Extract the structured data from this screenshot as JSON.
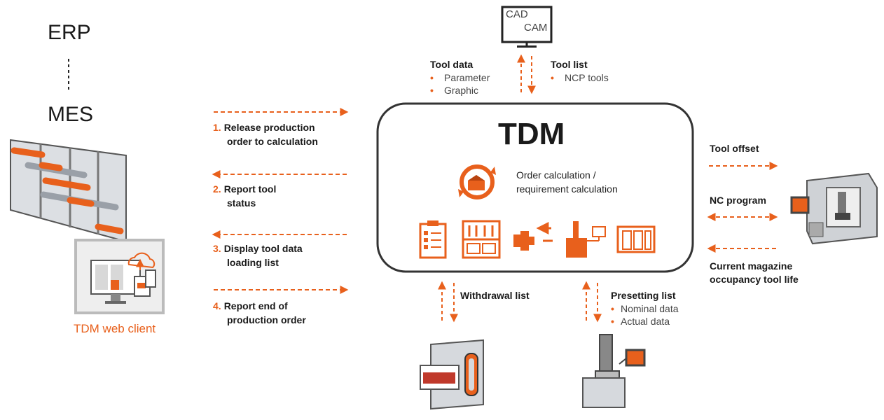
{
  "left": {
    "erp": "ERP",
    "mes": "MES",
    "web_client": "TDM web client"
  },
  "cadcam": {
    "line1": "CAD",
    "line2": "CAM",
    "tool_data": {
      "title": "Tool data",
      "items": [
        "Parameter",
        "Graphic"
      ]
    },
    "tool_list": {
      "title": "Tool list",
      "items": [
        "NCP tools"
      ]
    }
  },
  "tdm": {
    "title": "TDM",
    "calc_line1": "Order calculation /",
    "calc_line2": "requirement calculation"
  },
  "steps": [
    {
      "num": "1.",
      "line1": "Release production",
      "line2": "order to calculation"
    },
    {
      "num": "2.",
      "line1": "Report tool",
      "line2": "status"
    },
    {
      "num": "3.",
      "line1": "Display tool data",
      "line2": "loading list"
    },
    {
      "num": "4.",
      "line1": "Report end of",
      "line2": "production order"
    }
  ],
  "machine": {
    "tool_offset": "Tool offset",
    "nc_program": "NC program",
    "magazine_line1": "Current magazine",
    "magazine_line2": "occupancy tool life"
  },
  "bottom": {
    "withdrawal": "Withdrawal list",
    "presetting": {
      "title": "Presetting list",
      "items": [
        "Nominal data",
        "Actual data"
      ]
    }
  },
  "colors": {
    "accent": "#e8601c",
    "dark": "#333333",
    "gray": "#8a8a8a"
  }
}
